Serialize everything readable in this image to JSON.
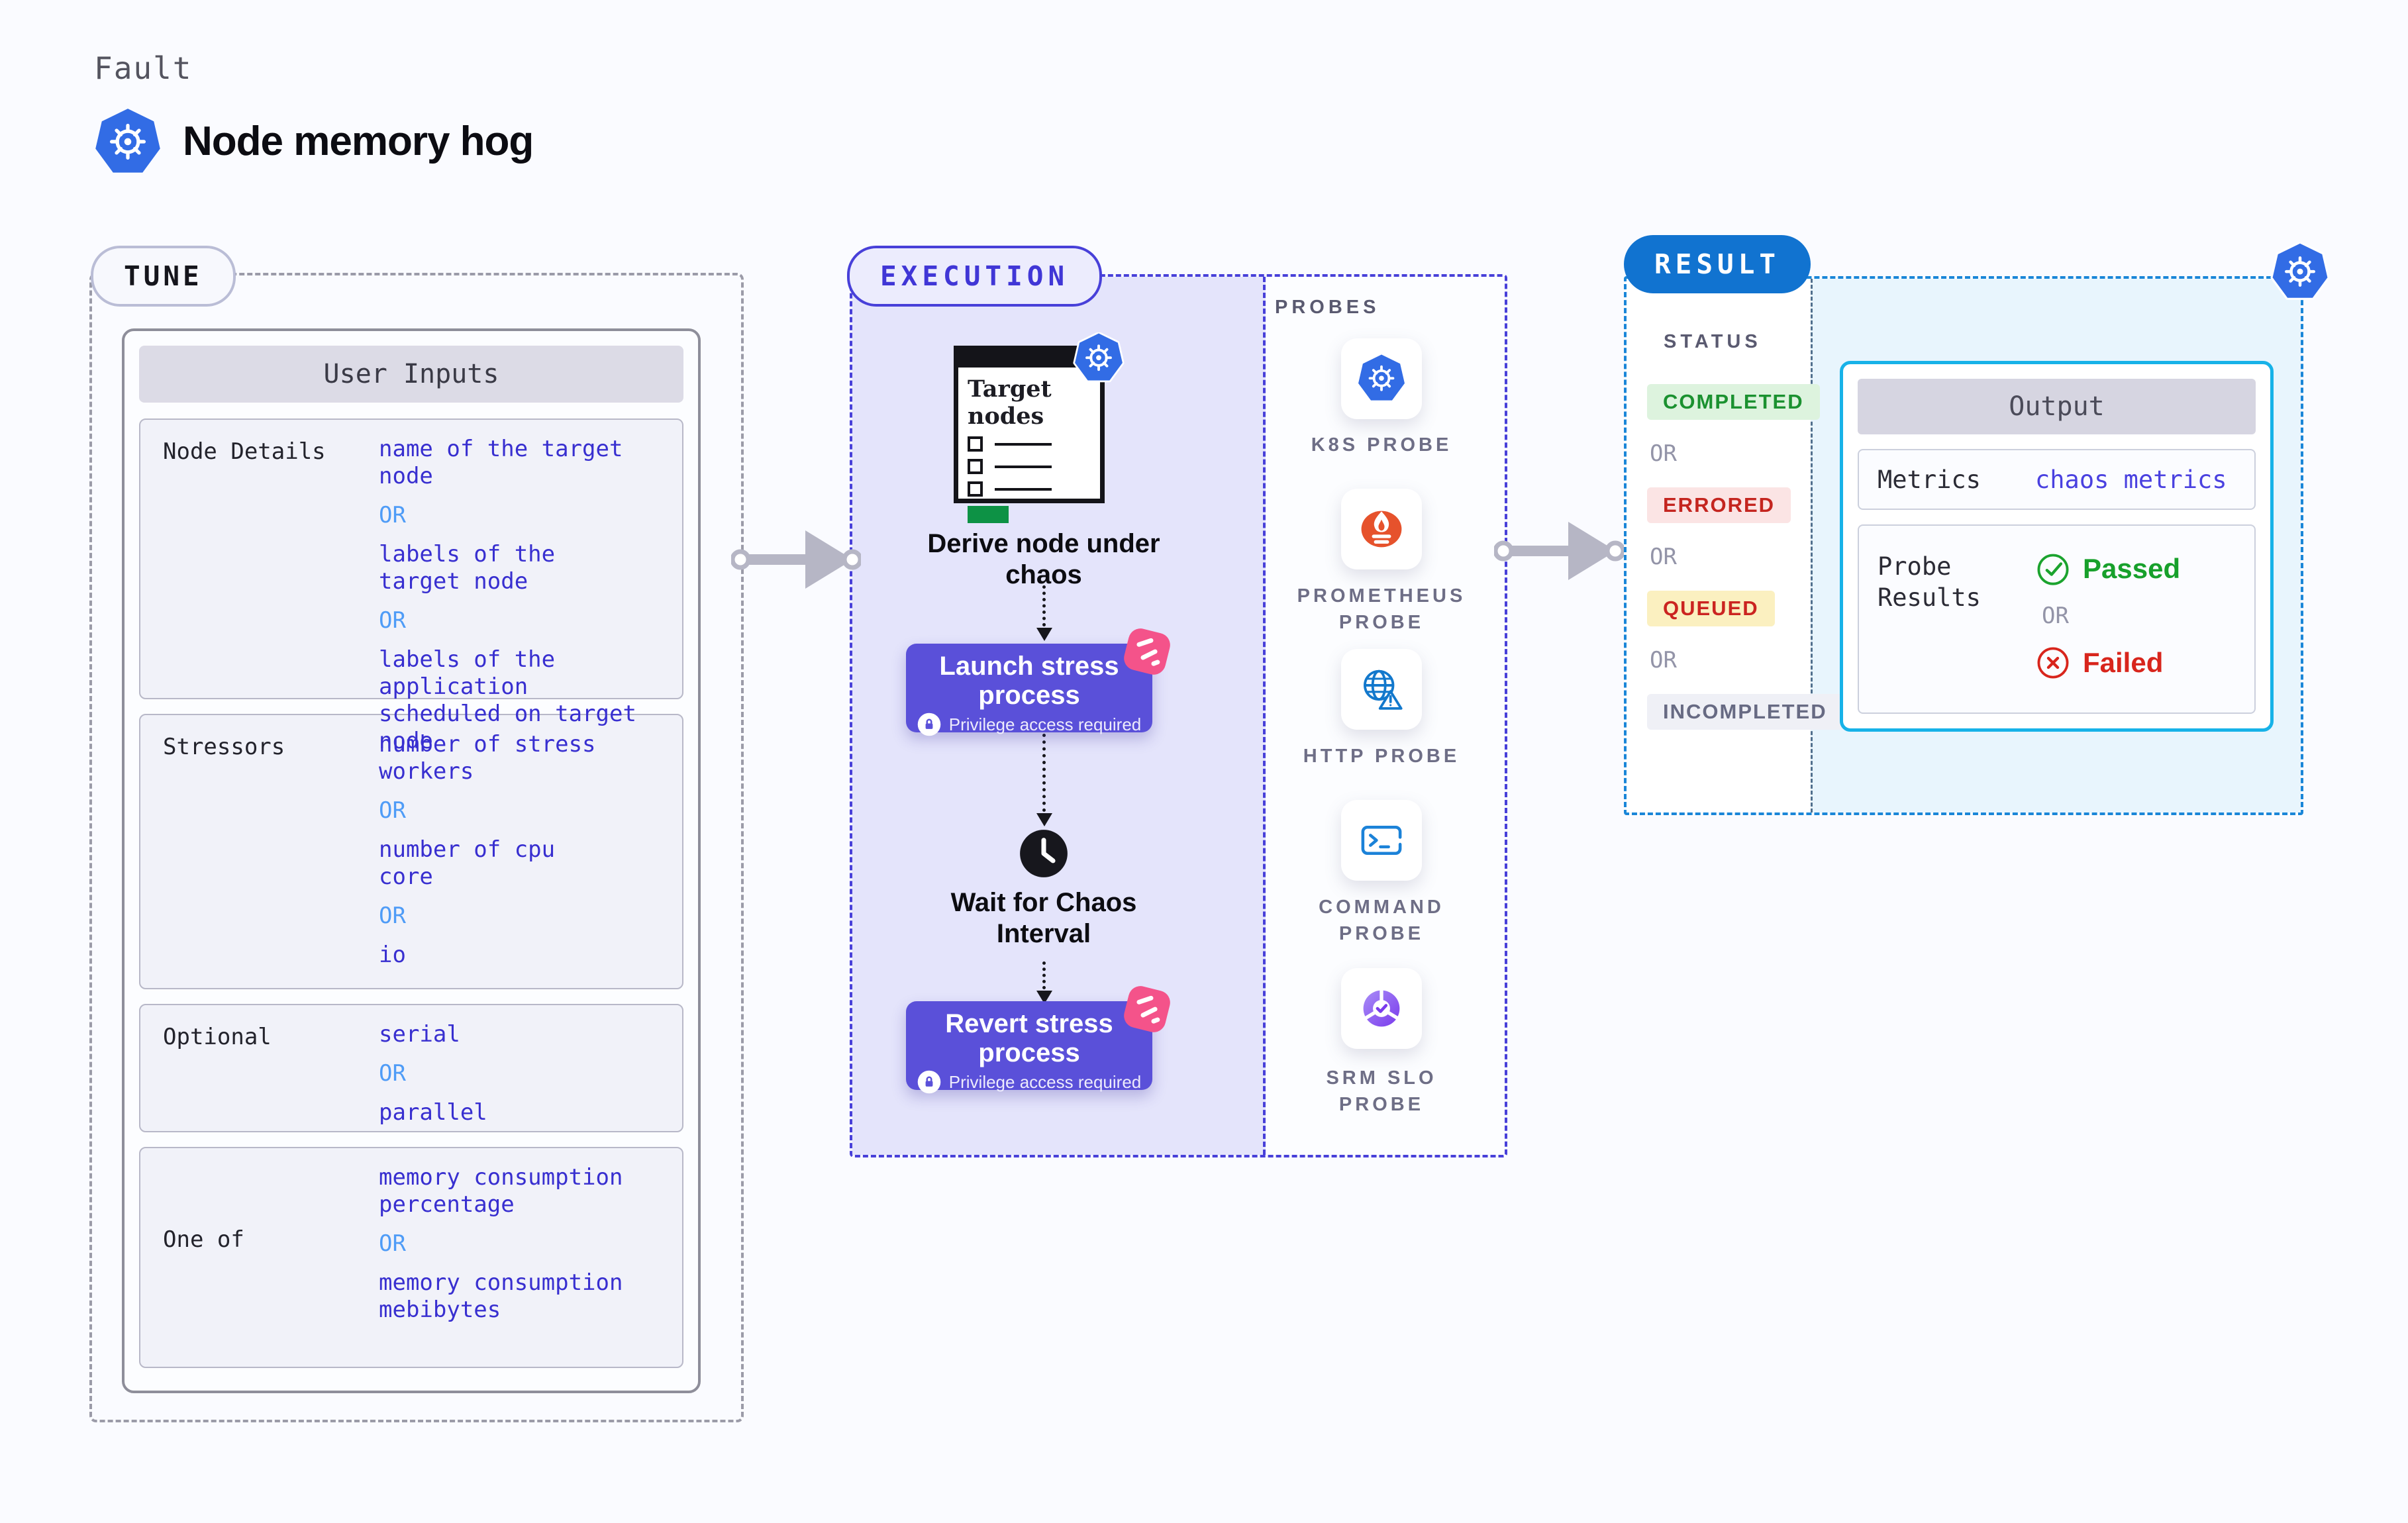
{
  "header": {
    "eyebrow": "Fault",
    "title": "Node memory hog"
  },
  "tune": {
    "badge": "TUNE",
    "panel_title": "User Inputs",
    "rows": [
      {
        "label": "Node Details",
        "lines": [
          {
            "t": "v",
            "text": "name of the target\nnode"
          },
          {
            "t": "or",
            "text": "OR"
          },
          {
            "t": "v",
            "text": "labels of the\ntarget node"
          },
          {
            "t": "or",
            "text": "OR"
          },
          {
            "t": "v",
            "text": "labels of the application\nscheduled on target node"
          }
        ]
      },
      {
        "label": "Stressors",
        "lines": [
          {
            "t": "v",
            "text": "number of stress\nworkers"
          },
          {
            "t": "or",
            "text": "OR"
          },
          {
            "t": "v",
            "text": "number of cpu\ncore"
          },
          {
            "t": "or",
            "text": "OR"
          },
          {
            "t": "v",
            "text": "io"
          }
        ]
      },
      {
        "label": "Optional",
        "lines": [
          {
            "t": "v",
            "text": "serial"
          },
          {
            "t": "or",
            "text": "OR"
          },
          {
            "t": "v",
            "text": "parallel"
          }
        ]
      },
      {
        "label": "One of",
        "lines": [
          {
            "t": "v",
            "text": "memory consumption\npercentage"
          },
          {
            "t": "or",
            "text": "OR"
          },
          {
            "t": "v",
            "text": "memory consumption\nmebibytes"
          }
        ]
      }
    ]
  },
  "execution": {
    "badge": "EXECUTION",
    "terminal_title": "Target nodes",
    "derive_label": "Derive node under chaos",
    "launch": {
      "title": "Launch stress process",
      "note": "Privilege access required"
    },
    "wait_label": "Wait for Chaos Interval",
    "revert": {
      "title": "Revert stress process",
      "note": "Privilege access required"
    },
    "probes": {
      "label": "PROBES",
      "items": [
        "K8S PROBE",
        "PROMETHEUS PROBE",
        "HTTP PROBE",
        "COMMAND PROBE",
        "SRM SLO PROBE"
      ]
    }
  },
  "result": {
    "badge": "RESULT",
    "status": {
      "label": "STATUS",
      "or": "OR",
      "items": [
        {
          "text": "COMPLETED",
          "kind": "completed"
        },
        {
          "text": "ERRORED",
          "kind": "errored"
        },
        {
          "text": "QUEUED",
          "kind": "queued"
        },
        {
          "text": "INCOMPLETED",
          "kind": "incompleted"
        }
      ]
    },
    "output": {
      "title": "Output",
      "metrics_label": "Metrics",
      "metrics_value": "chaos metrics",
      "probe_label": "Probe Results",
      "passed": "Passed",
      "or": "OR",
      "failed": "Failed"
    }
  },
  "colors": {
    "kubernetes_blue": "#326ce5",
    "execution_indigo": "#4840d9",
    "button_purple": "#5a50d9",
    "chaos_pink": "#f4538a",
    "result_blue": "#1173d0",
    "output_border_cyan": "#17b2e8",
    "value_indigo": "#382fd0",
    "or_light_blue": "#4f9cf7",
    "completed_green": "#1b9130",
    "errored_red": "#c4251f",
    "queued_yellow_bg": "#fbf0c0",
    "passed_green": "#17a02b",
    "failed_red": "#d8251c",
    "prometheus_orange": "#e6522c",
    "terminal_green": "#0d9245"
  }
}
